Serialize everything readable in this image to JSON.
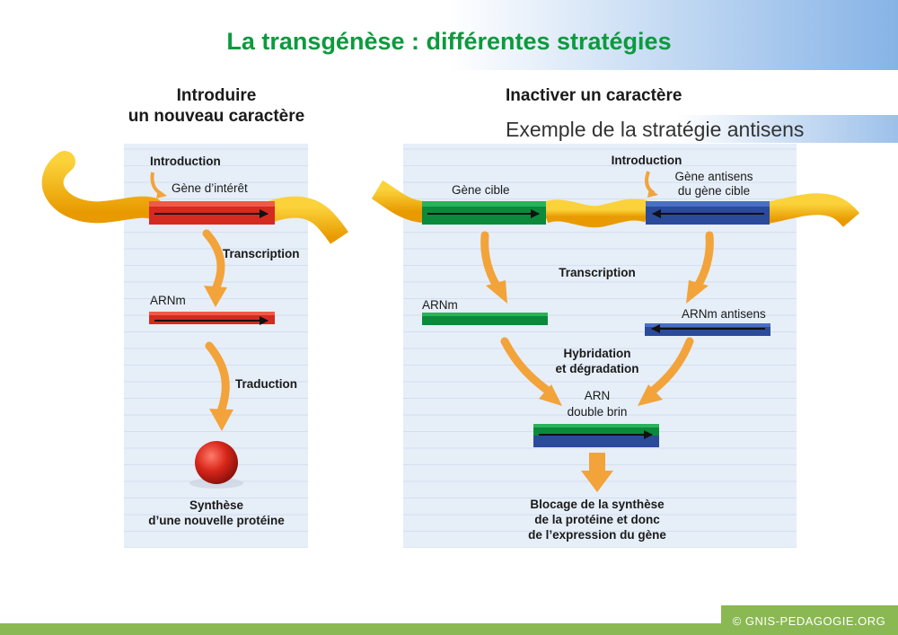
{
  "title": "La transgénèse : différentes stratégies",
  "left": {
    "heading_line1": "Introduire",
    "heading_line2": "un nouveau caractère",
    "introduction": "Introduction",
    "gene_label": "Gène d’intérêt",
    "transcription": "Transcription",
    "arnm": "ARNm",
    "traduction": "Traduction",
    "result_line1": "Synthèse",
    "result_line2": "d’une nouvelle protéine"
  },
  "right": {
    "heading": "Inactiver un caractère",
    "subheading": "Exemple de la stratégie antisens",
    "introduction": "Introduction",
    "target_gene": "Gène cible",
    "antisense_gene_line1": "Gène antisens",
    "antisense_gene_line2": "du gène cible",
    "transcription": "Transcription",
    "arnm": "ARNm",
    "arnm_antisens": "ARNm antisens",
    "hybridation_line1": "Hybridation",
    "hybridation_line2": "et dégradation",
    "arn_line1": "ARN",
    "arn_line2": "double brin",
    "result_line1": "Blocage de la synthèse",
    "result_line2": "de la protéine et donc",
    "result_line3": "de l’expression du gène"
  },
  "footer": {
    "copyright": "© GNIS-PEDAGOGIE.ORG"
  },
  "colors": {
    "title_green": "#0c9a3d",
    "dna_yellow": "#f6b400",
    "gene_red": "#d42a20",
    "gene_green": "#0a8a3a",
    "gene_blue": "#2a4a9a",
    "arrow_orange": "#f2a33a",
    "panel_blue": "#e6eef8",
    "footer_green": "#8ab852"
  }
}
